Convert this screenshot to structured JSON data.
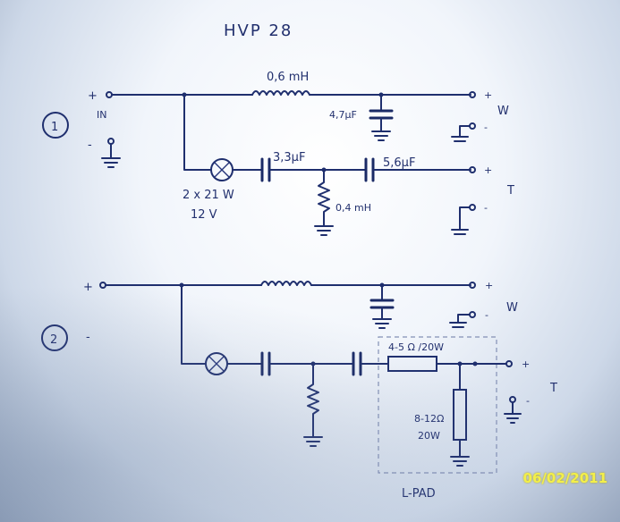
{
  "title": "HVP 28",
  "date_stamp": "06/02/2011",
  "circuit1": {
    "index": "1",
    "in_plus": "+",
    "in_label": "IN",
    "in_minus": "-",
    "inductor": "0,6 mH",
    "cap_woofer": "4,7μF",
    "woofer_label": "W",
    "lamp": "2 x 21 W",
    "lamp_voltage": "12 V",
    "cap_a": "3,3μF",
    "cap_b": "5,6μF",
    "shunt_inductor": "0,4 mH",
    "tweeter_label": "T",
    "out_plus": "+",
    "out_minus": "-"
  },
  "circuit2": {
    "index": "2",
    "in_plus": "+",
    "in_minus": "-",
    "woofer_label": "W",
    "series_resistor": "4-5 Ω /20W",
    "shunt_resistor": "8-12Ω",
    "shunt_power": "20W",
    "tweeter_label": "T",
    "lpad_label": "L-PAD",
    "out_plus": "+",
    "out_minus": "-"
  }
}
